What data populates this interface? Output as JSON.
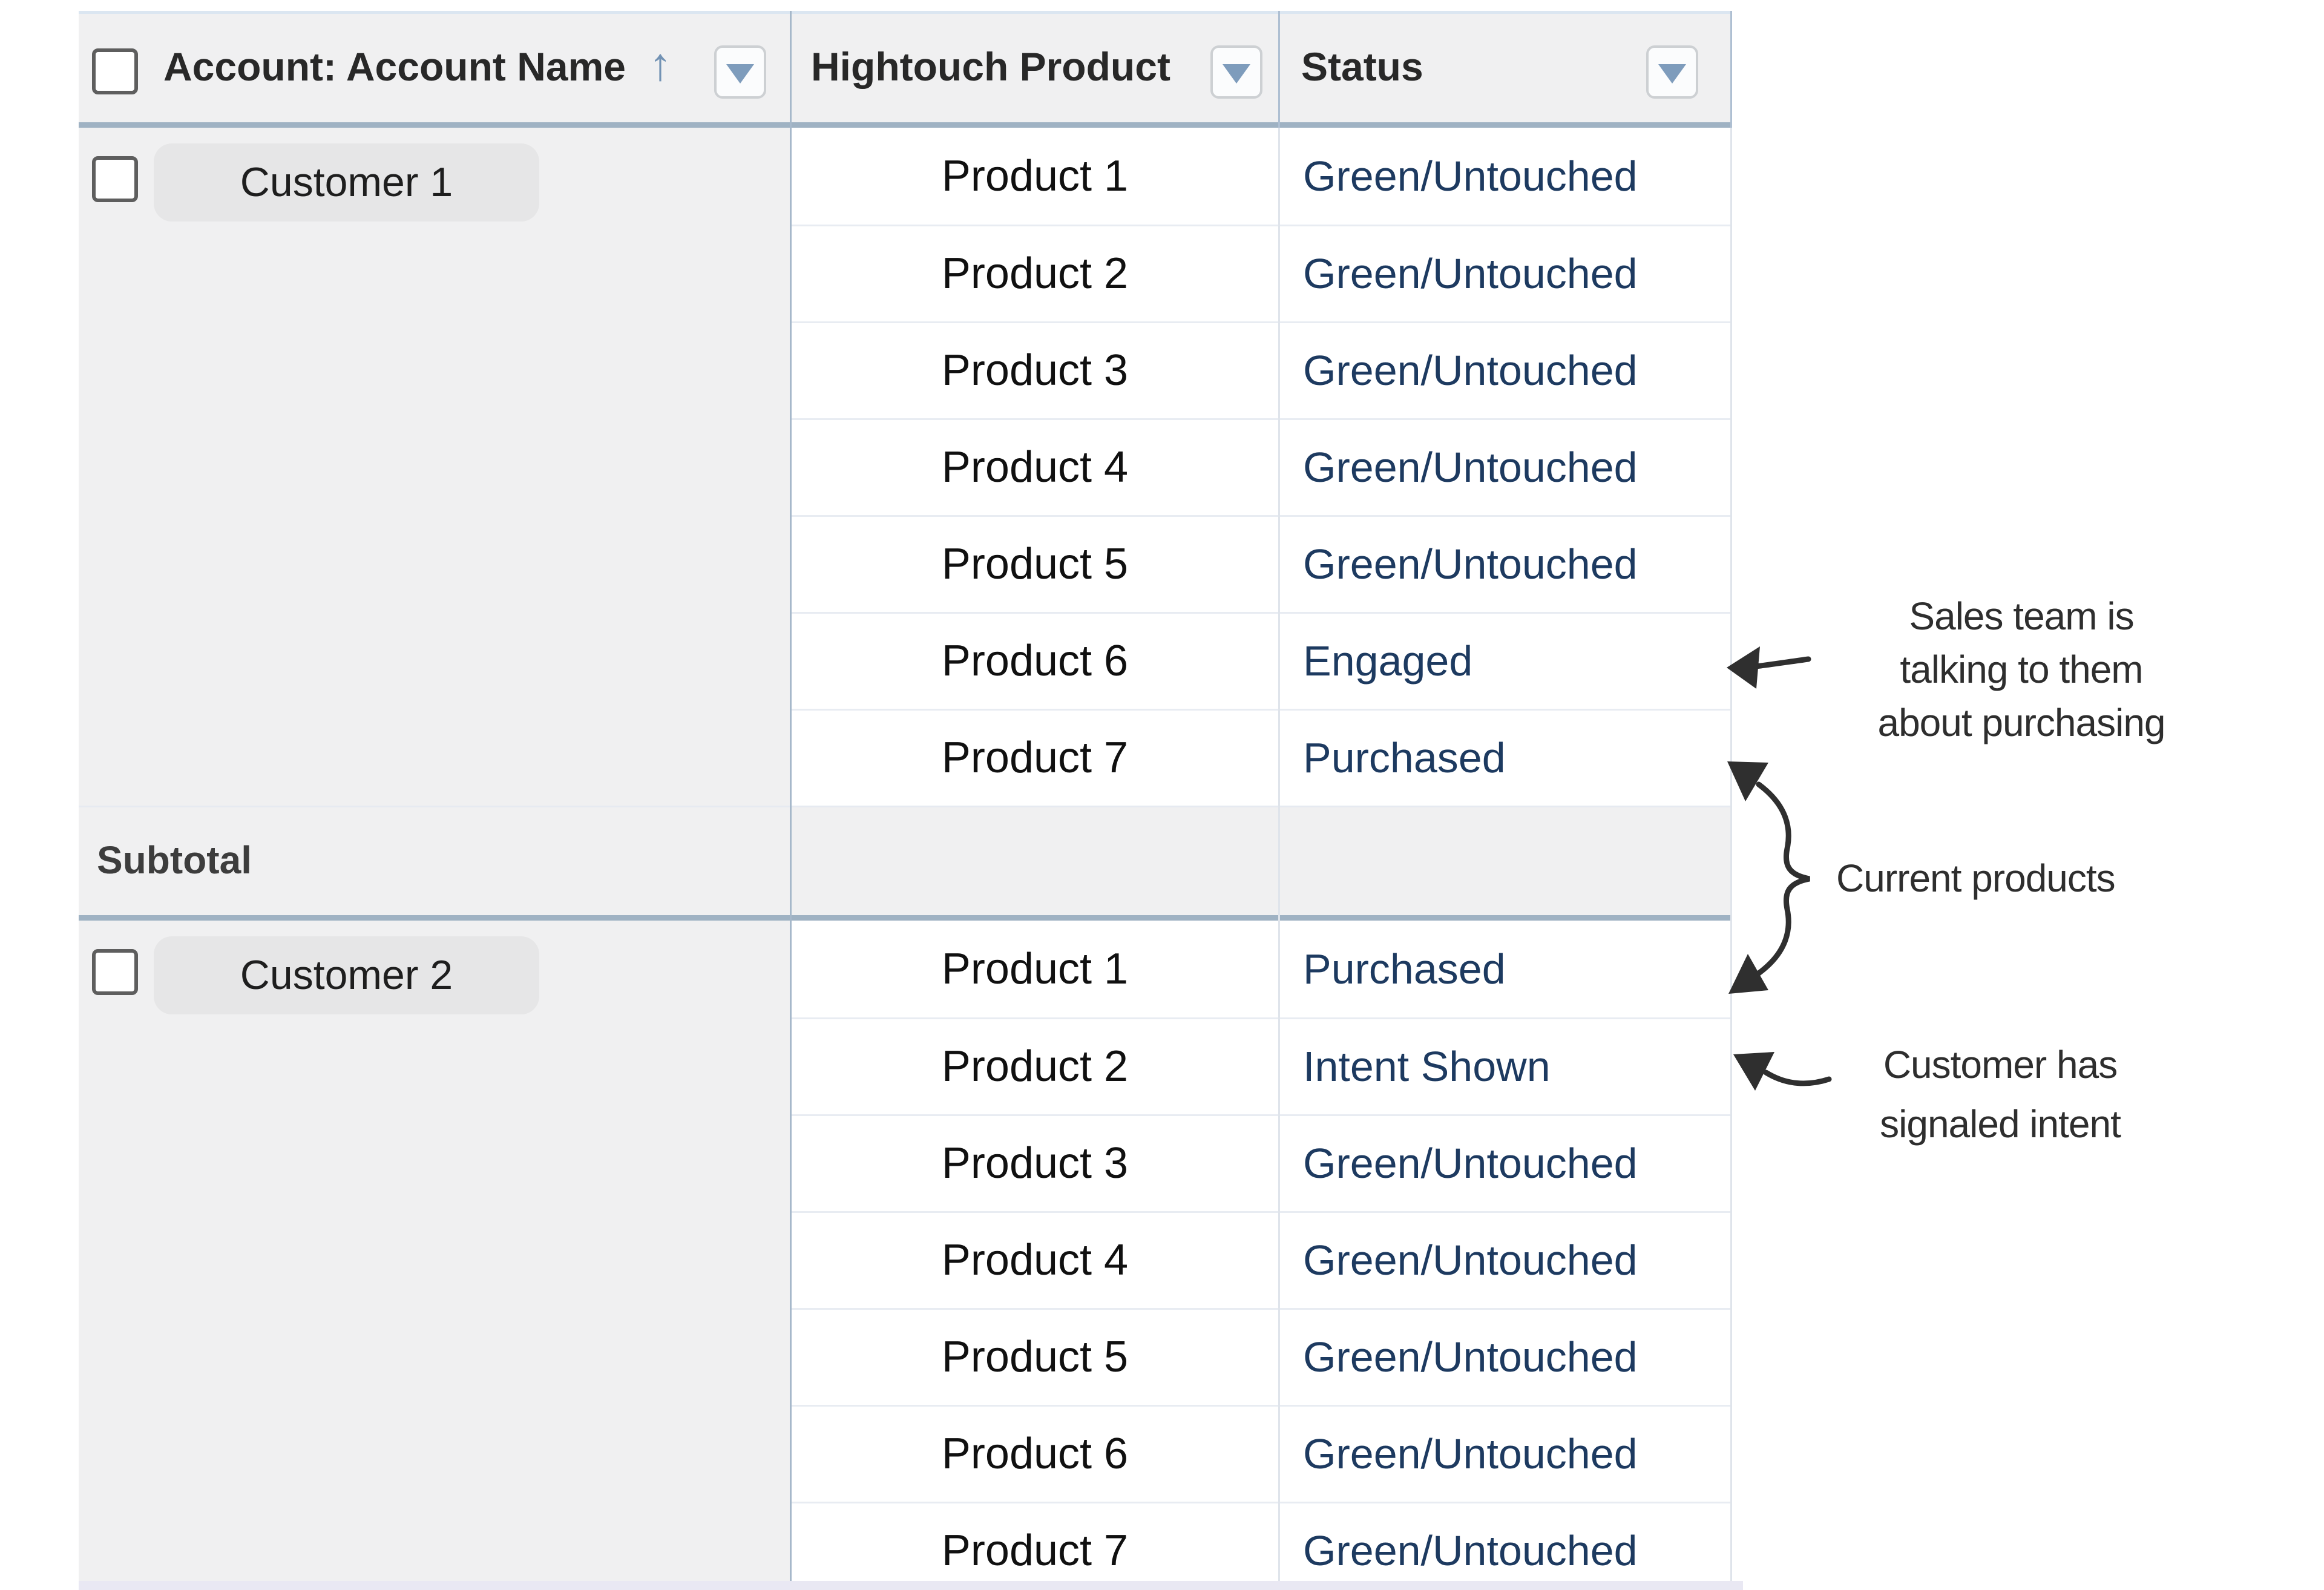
{
  "table": {
    "columns": [
      {
        "label": "Account: Account Name",
        "sort": "ascending",
        "sort_glyph": "↑",
        "has_filter_dropdown": true
      },
      {
        "label": "Hightouch Product",
        "has_filter_dropdown": true
      },
      {
        "label": "Status",
        "has_filter_dropdown": true
      }
    ],
    "subtotal_label": "Subtotal",
    "groups": [
      {
        "account": "Customer 1",
        "checked": false,
        "rows": [
          {
            "product": "Product 1",
            "status": "Green/Untouched"
          },
          {
            "product": "Product 2",
            "status": "Green/Untouched"
          },
          {
            "product": "Product 3",
            "status": "Green/Untouched"
          },
          {
            "product": "Product 4",
            "status": "Green/Untouched"
          },
          {
            "product": "Product 5",
            "status": "Green/Untouched"
          },
          {
            "product": "Product 6",
            "status": "Engaged"
          },
          {
            "product": "Product 7",
            "status": "Purchased"
          }
        ]
      },
      {
        "account": "Customer 2",
        "checked": false,
        "rows": [
          {
            "product": "Product 1",
            "status": "Purchased"
          },
          {
            "product": "Product 2",
            "status": "Intent Shown"
          },
          {
            "product": "Product 3",
            "status": "Green/Untouched"
          },
          {
            "product": "Product 4",
            "status": "Green/Untouched"
          },
          {
            "product": "Product 5",
            "status": "Green/Untouched"
          },
          {
            "product": "Product 6",
            "status": "Green/Untouched"
          },
          {
            "product": "Product 7",
            "status": "Green/Untouched"
          }
        ]
      }
    ]
  },
  "annotations": {
    "sales_team": {
      "lines": [
        "Sales team is",
        "talking to them",
        "about purchasing"
      ]
    },
    "current_products": {
      "label": "Current products"
    },
    "intent": {
      "lines": [
        "Customer has",
        "signaled intent"
      ]
    }
  },
  "colors": {
    "status_text": "#1d3a60",
    "group_band_bg": "#f0f0f1",
    "accent_rule": "#9fb2c3",
    "annotation_ink": "#2f2f2f",
    "sort_icon": "#7292b4",
    "filter_icon": "#7e9cbc"
  }
}
